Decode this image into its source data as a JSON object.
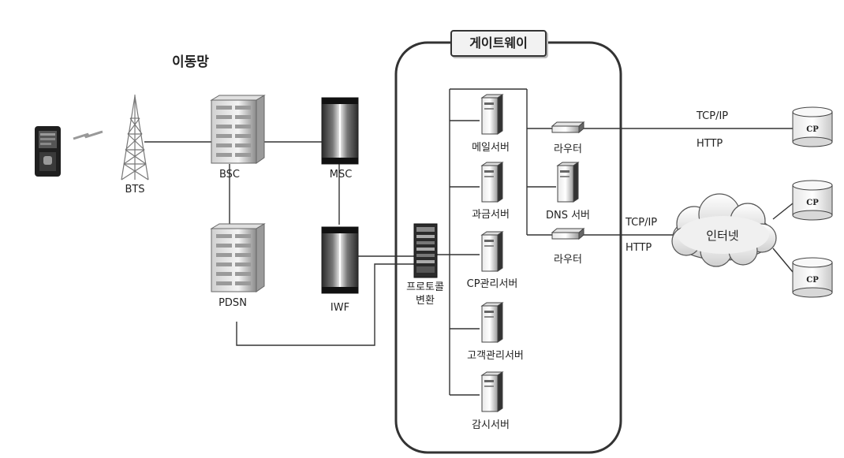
{
  "mobile_network": {
    "title": "이동망",
    "bts": "BTS",
    "bsc": "BSC",
    "msc": "MSC",
    "pdsn": "PDSN",
    "iwf": "IWF"
  },
  "gateway": {
    "title": "게이트웨이",
    "protocol_converter": "프로토콜\n변환",
    "servers": {
      "mail": "메일서버",
      "billing": "과금서버",
      "cp_mgmt": "CP관리서버",
      "customer_mgmt": "고객관리서버",
      "monitoring": "감시서버",
      "dns": "DNS 서버"
    },
    "router_top": "라우터",
    "router_bottom": "라우터"
  },
  "external": {
    "top_link_proto": "TCP/IP",
    "top_link_app": "HTTP",
    "mid_link_proto": "TCP/IP",
    "mid_link_app": "HTTP",
    "internet": "인터넷",
    "cp_top": "CP",
    "cp_mid": "CP",
    "cp_bottom": "CP"
  }
}
